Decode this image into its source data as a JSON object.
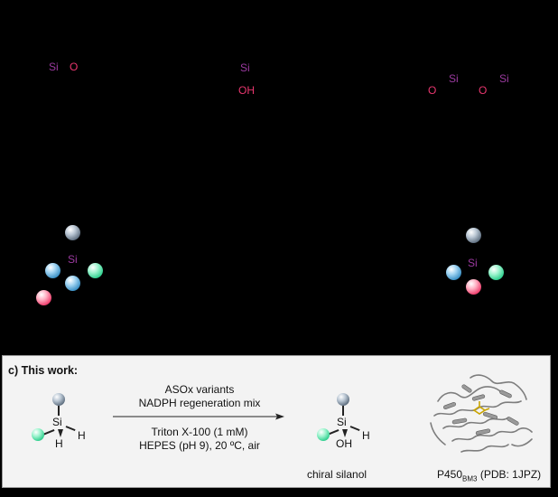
{
  "top": {
    "a_left": {
      "si": "Si",
      "o": "O"
    },
    "a_mid": {
      "si": "Si",
      "oh": "OH"
    },
    "a_right": {
      "o1": "O",
      "si1": "Si",
      "o2": "O",
      "si2": "Si"
    },
    "b_left_si": "Si",
    "b_right_si": "Si"
  },
  "panel_c": {
    "title": "c) This work:",
    "reactant": {
      "si": "Si",
      "h1": "H",
      "h2": "H"
    },
    "arrow": {
      "line1": "ASOx variants",
      "line2": "NADPH regeneration mix",
      "line3": "Triton X-100 (1 mM)",
      "line4": "HEPES (pH 9), 20 ºC, air"
    },
    "product": {
      "si": "Si",
      "h": "H",
      "oh": "OH",
      "caption": "chiral silanol"
    },
    "enzyme": {
      "label_main": "P450",
      "label_sub": "BM3",
      "label_rest": " (PDB: 1JPZ)"
    }
  },
  "colors": {
    "silicon": "#9b3aa0",
    "oxygen": "#e8366e",
    "panel_bg": "#f3f3f3"
  }
}
